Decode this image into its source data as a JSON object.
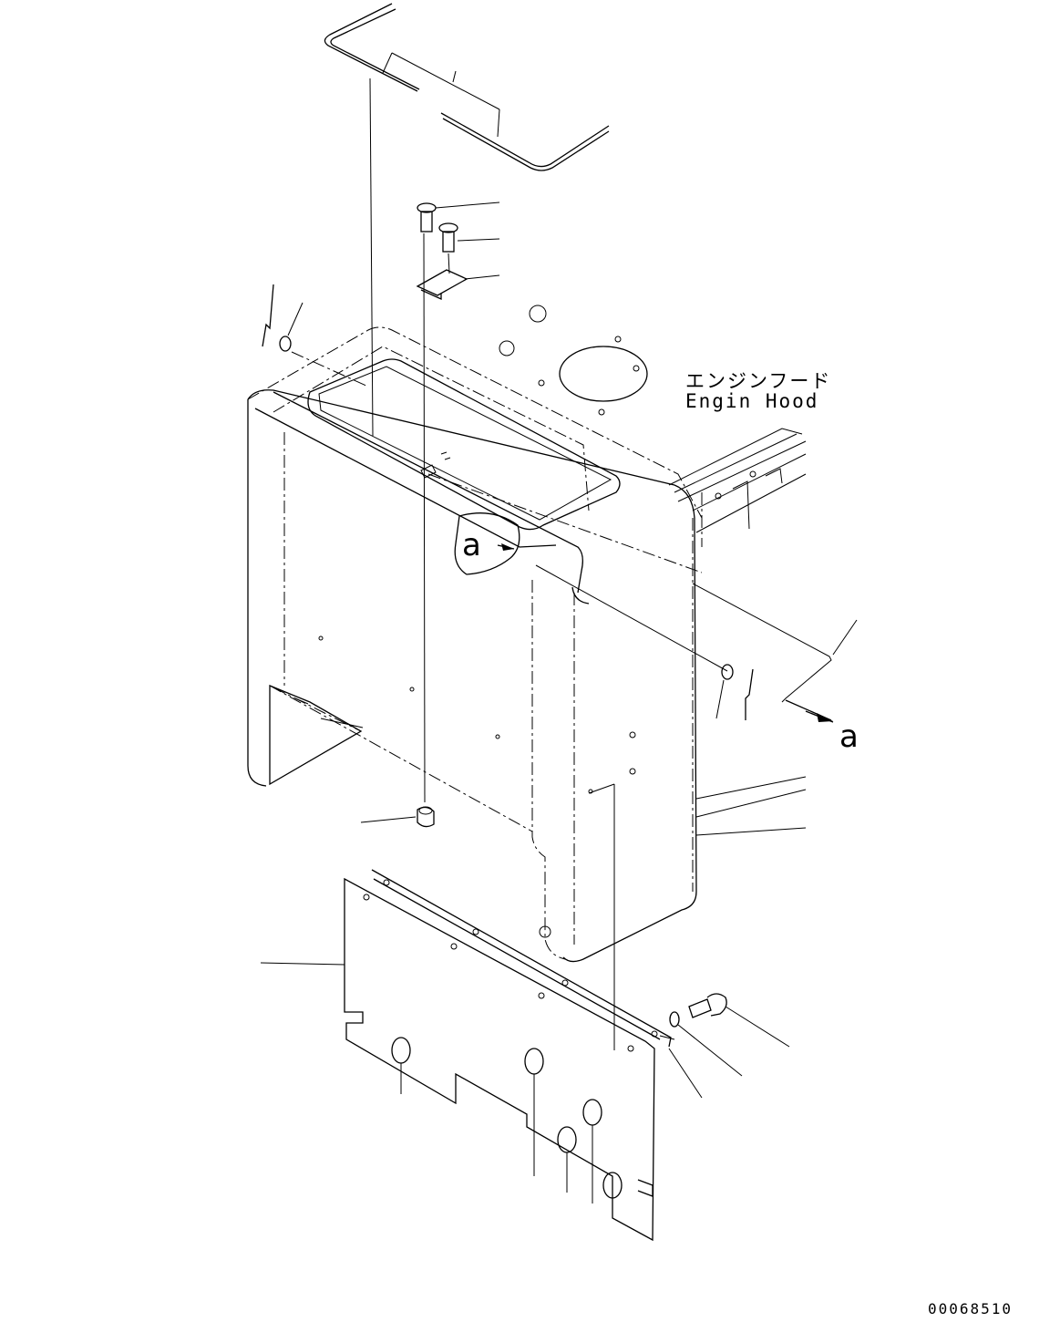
{
  "diagram": {
    "annotation": {
      "japanese": "エンジンフード",
      "english": "Engin Hood"
    },
    "view_markers": [
      "a",
      "a"
    ],
    "figure_code": "00068510"
  }
}
